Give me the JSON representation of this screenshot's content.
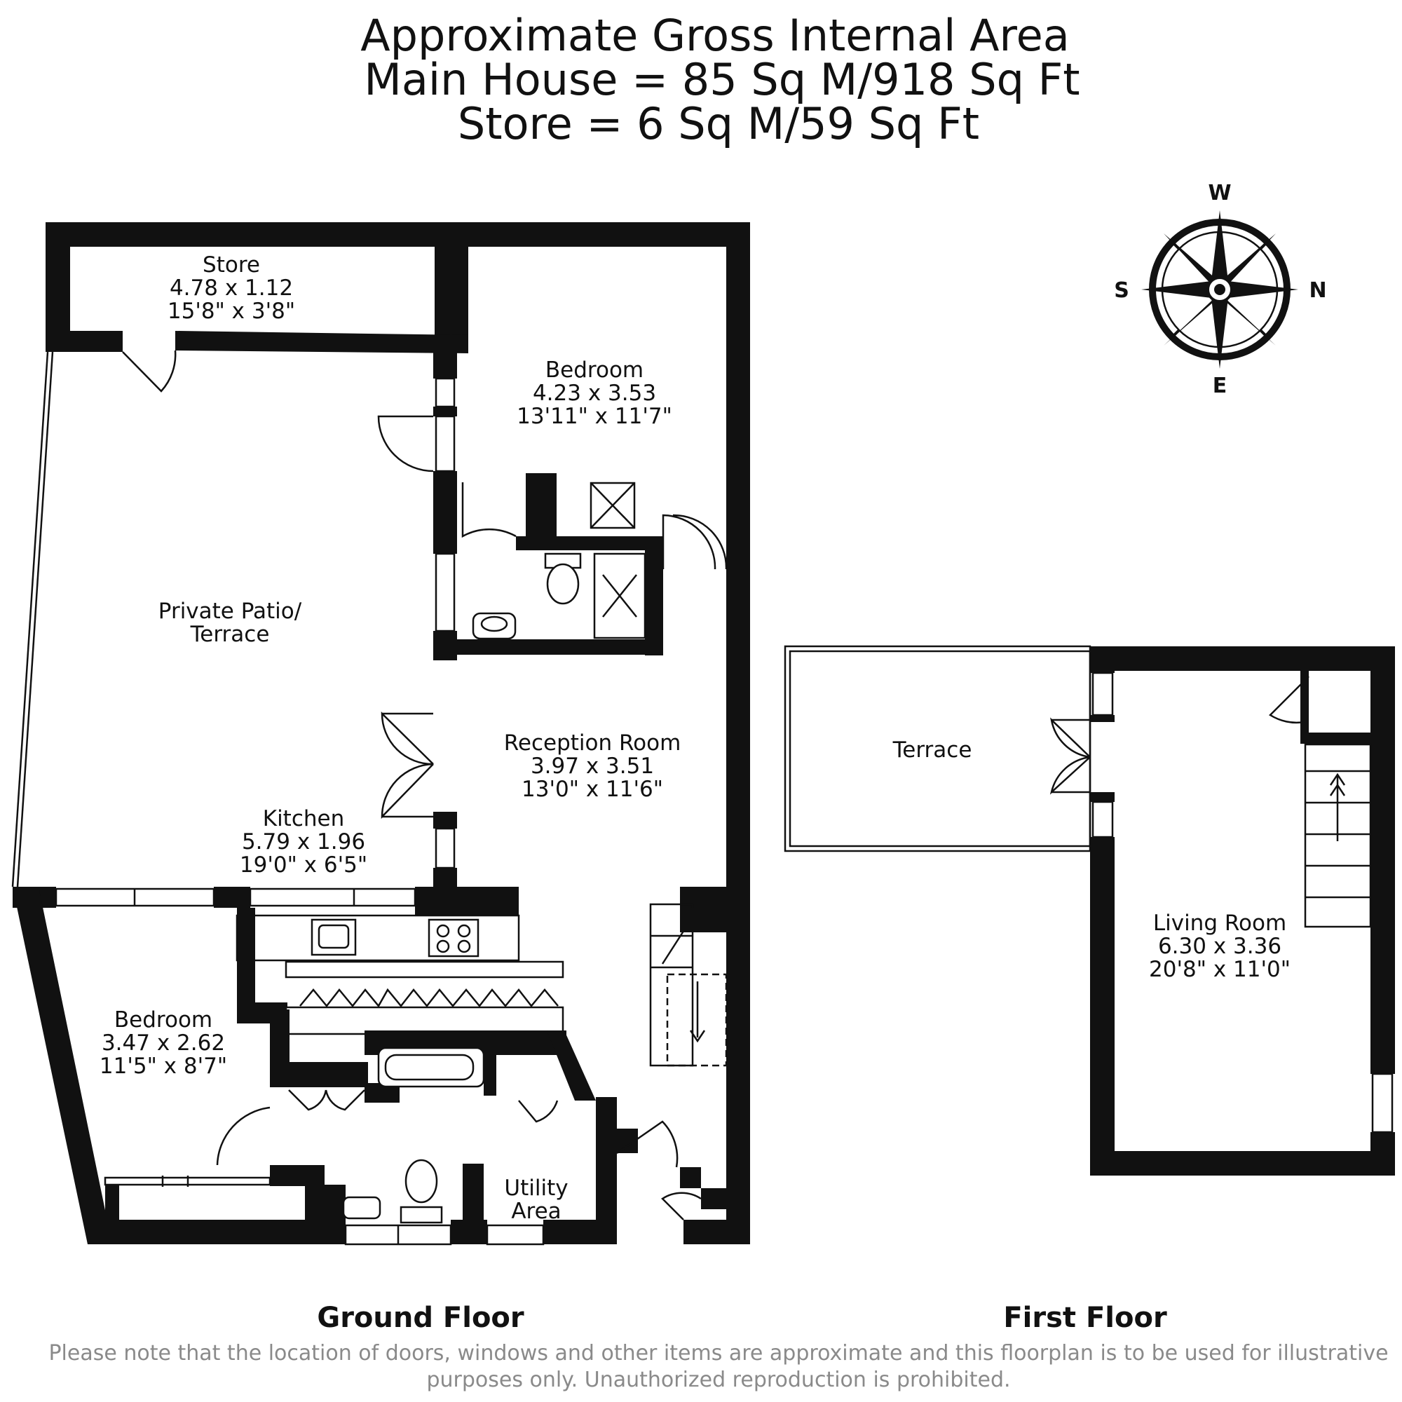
{
  "header": {
    "title_line1": "Approximate Gross Internal Area",
    "title_line2": "Main House = 85 Sq M/918 Sq Ft",
    "title_line3": "Store = 6 Sq M/59 Sq Ft"
  },
  "compass": {
    "north": "N",
    "south": "S",
    "east": "E",
    "west": "W"
  },
  "ground_floor": {
    "label": "Ground Floor",
    "rooms": {
      "store": {
        "name": "Store",
        "metric": "4.78 x 1.12",
        "imperial": "15'8\" x 3'8\""
      },
      "bedroom1": {
        "name": "Bedroom",
        "metric": "4.23 x 3.53",
        "imperial": "13'11\" x 11'7\""
      },
      "patio": {
        "name_line1": "Private Patio/",
        "name_line2": "Terrace"
      },
      "reception": {
        "name": "Reception Room",
        "metric": "3.97 x 3.51",
        "imperial": "13'0\" x 11'6\""
      },
      "kitchen": {
        "name": "Kitchen",
        "metric": "5.79 x 1.96",
        "imperial": "19'0\" x 6'5\""
      },
      "bedroom2": {
        "name": "Bedroom",
        "metric": "3.47 x 2.62",
        "imperial": "11'5\" x 8'7\""
      },
      "utility": {
        "name_line1": "Utility",
        "name_line2": "Area"
      }
    }
  },
  "first_floor": {
    "label": "First Floor",
    "rooms": {
      "terrace": {
        "name": "Terrace"
      },
      "living": {
        "name": "Living Room",
        "metric": "6.30 x 3.36",
        "imperial": "20'8\" x 11'0\""
      }
    }
  },
  "disclaimer": {
    "line1": "Please note that the location of doors, windows and other items are approximate and this floorplan is to be used for illustrative",
    "line2": "purposes only. Unauthorized reproduction is prohibited."
  }
}
